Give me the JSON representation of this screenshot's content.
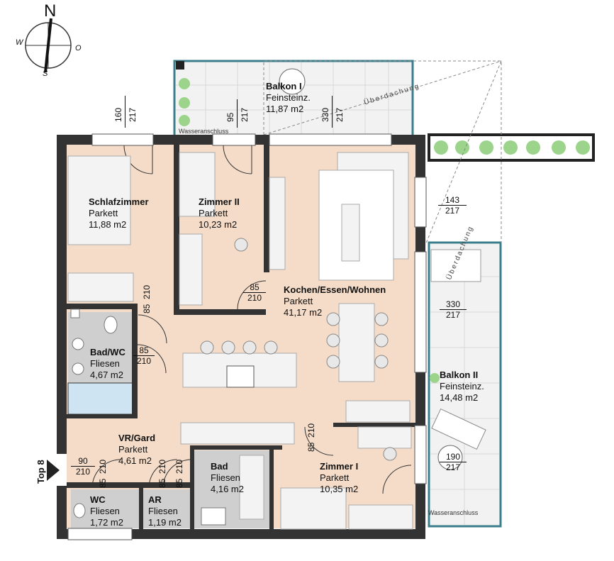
{
  "compass": {
    "n": "N",
    "s": "S",
    "w": "W",
    "o": "O"
  },
  "top_label": "Top 8",
  "notes": {
    "wasser1": "Wasseranschluss",
    "wasser2": "Wasseranschluss",
    "ueber1": "Überdachung",
    "ueber2": "Überdachung"
  },
  "rooms": [
    {
      "name": "Schlafzimmer",
      "floor": "Parkett",
      "area": "11,88 m2"
    },
    {
      "name": "Zimmer II",
      "floor": "Parkett",
      "area": "10,23 m2"
    },
    {
      "name": "Balkon I",
      "floor": "Feinsteinz.",
      "area": "11,87 m2"
    },
    {
      "name": "Kochen/Essen/Wohnen",
      "floor": "Parkett",
      "area": "41,17 m2"
    },
    {
      "name": "Bad/WC",
      "floor": "Fliesen",
      "area": "4,67 m2"
    },
    {
      "name": "VR/Gard",
      "floor": "Parkett",
      "area": "4,61 m2"
    },
    {
      "name": "Bad",
      "floor": "Fliesen",
      "area": "4,16 m2"
    },
    {
      "name": "Zimmer I",
      "floor": "Parkett",
      "area": "10,35 m2"
    },
    {
      "name": "WC",
      "floor": "Fliesen",
      "area": "1,72 m2"
    },
    {
      "name": "AR",
      "floor": "Fliesen",
      "area": "1,19 m2"
    },
    {
      "name": "Balkon II",
      "floor": "Feinsteinz.",
      "area": "14,48 m2"
    }
  ],
  "dims_vertical": [
    {
      "w": "160",
      "h": "217"
    },
    {
      "w": "95",
      "h": "217"
    },
    {
      "w": "330",
      "h": "217"
    }
  ],
  "dims_horizontal": [
    {
      "w": "143",
      "h": "217"
    },
    {
      "w": "85",
      "h": "210"
    },
    {
      "w": "330",
      "h": "217"
    },
    {
      "w": "85",
      "h": "210"
    },
    {
      "w": "190",
      "h": "217"
    },
    {
      "w": "90",
      "h": "210"
    }
  ],
  "dims_rotated": [
    {
      "w": "85",
      "h": "210"
    },
    {
      "w": "85",
      "h": "210"
    },
    {
      "w": "85",
      "h": "210"
    },
    {
      "w": "85",
      "h": "210"
    },
    {
      "w": "85",
      "h": "210"
    }
  ]
}
